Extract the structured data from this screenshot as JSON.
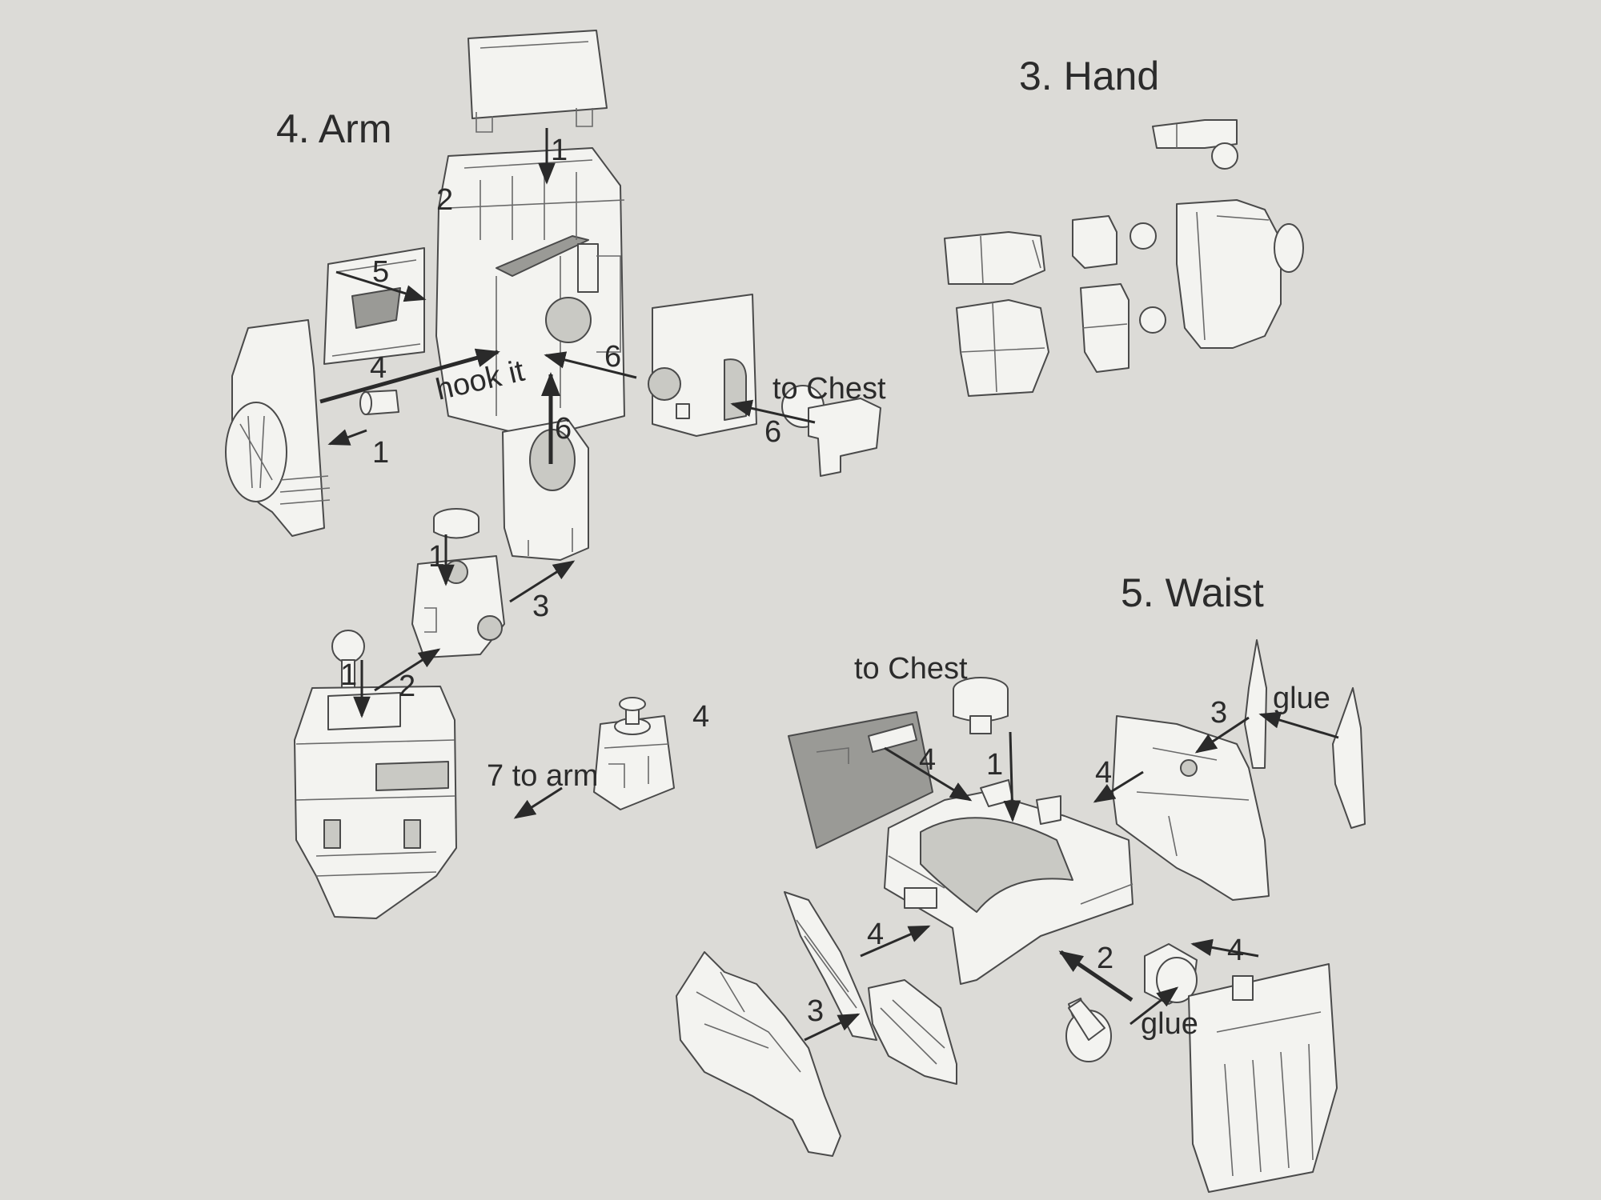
{
  "colors": {
    "background": "#dcdbd7",
    "part_fill": "#f3f3f0",
    "outline": "#4a4a4a",
    "arrow": "#2a2a2a",
    "text": "#2b2b2b"
  },
  "sections": {
    "hand": {
      "title": "3. Hand"
    },
    "arm": {
      "title": "4. Arm"
    },
    "waist": {
      "title": "5. Waist"
    }
  },
  "arm_labels": {
    "l1_top": "1",
    "l2": "2",
    "l5": "5",
    "l4": "4",
    "hook": "hook it",
    "l6_right": "6",
    "l1_left": "1",
    "l6_up": "6",
    "to_chest": "to Chest",
    "l6_chest": "6",
    "l1_mid": "1",
    "l3": "3",
    "l1_low": "1",
    "l2_low": "2",
    "l4_small": "4",
    "to_arm": "7 to arm"
  },
  "waist_labels": {
    "to_chest": "to Chest",
    "l1": "1",
    "l4_left": "4",
    "l4_right": "4",
    "l3_top": "3",
    "glue_top": "glue",
    "l4_bottom_left": "4",
    "l3_bottom": "3",
    "l2": "2",
    "glue_bottom": "glue",
    "l4_bottom_right": "4"
  }
}
